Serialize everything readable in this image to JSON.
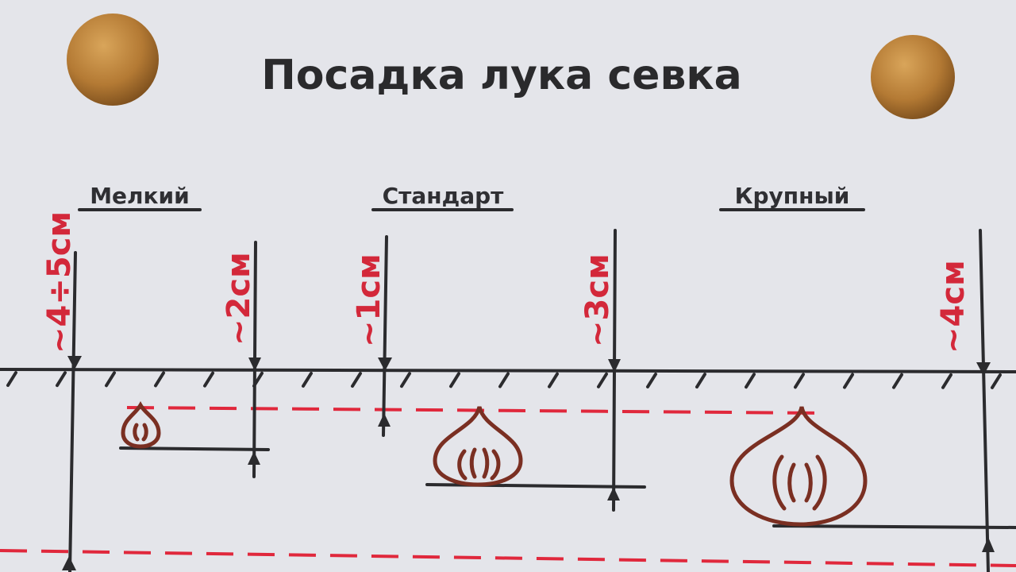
{
  "title": "Посадка лука севка",
  "categories": [
    {
      "label": "Мелкий"
    },
    {
      "label": "Стандарт"
    },
    {
      "label": "Крупный"
    }
  ],
  "depths": [
    "~4÷5см",
    "~2см",
    "~1см",
    "~3см",
    "~4см"
  ],
  "colors": {
    "ink": "#2b2b2e",
    "marker_red": "#e0283c",
    "bulb_brown": "#7a2f22",
    "paper": "#e4e5ea"
  }
}
